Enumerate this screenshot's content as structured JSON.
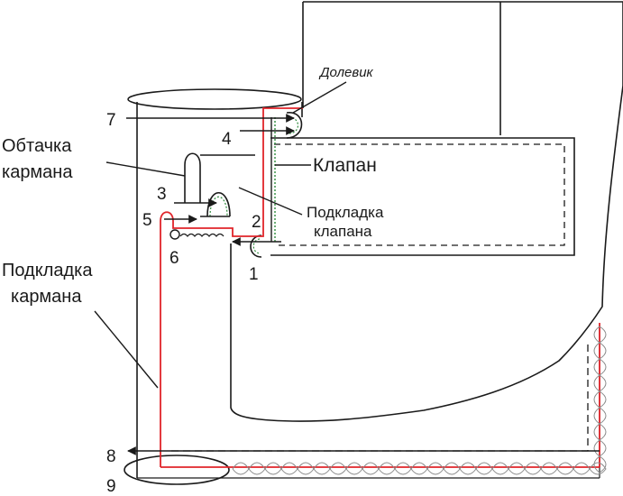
{
  "labels": {
    "dolevik": "Долевик",
    "klapan": "Клапан",
    "podkladka_klapana_1": "Подкладка",
    "podkladka_klapana_2": "клапана",
    "obtachka_1": "Обтачка",
    "obtachka_2": "кармана",
    "podkladka_karmana_1": "Подкладка",
    "podkladka_karmana_2": "кармана"
  },
  "step_numbers": [
    "1",
    "2",
    "3",
    "4",
    "5",
    "6",
    "7",
    "8",
    "9"
  ],
  "colors": {
    "outline": "#1a1a1a",
    "lining_red": "#e0242a",
    "stitch_green": "#2e8b3c"
  }
}
